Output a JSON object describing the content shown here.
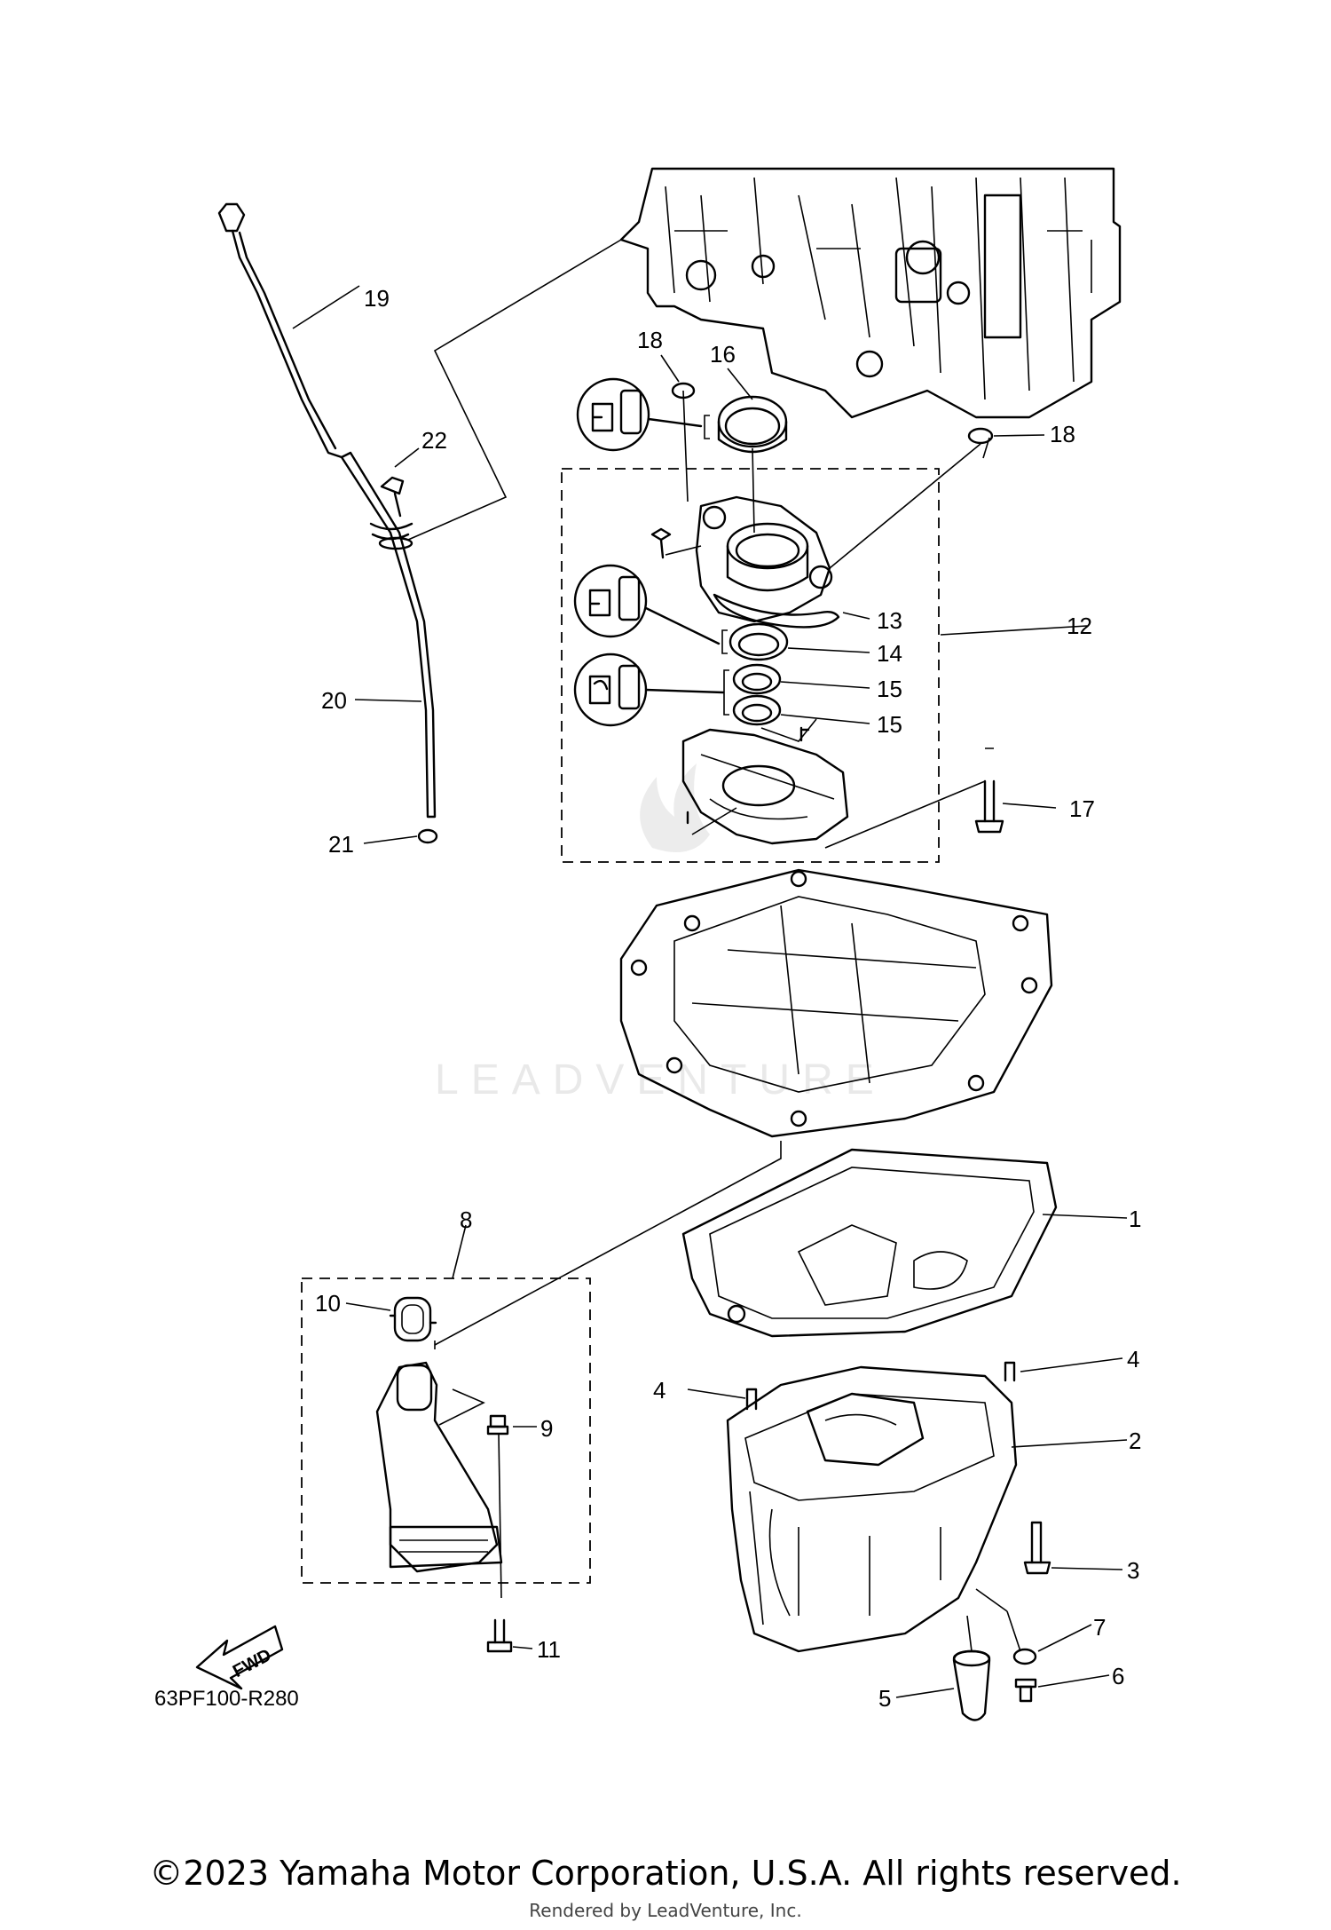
{
  "diagram": {
    "code": "63PF100-R280",
    "fwd_label": "FWD",
    "watermark": "LEADVENTURE",
    "callouts": [
      {
        "id": "c19",
        "label": "19"
      },
      {
        "id": "c22",
        "label": "22"
      },
      {
        "id": "c18a",
        "label": "18"
      },
      {
        "id": "c16",
        "label": "16"
      },
      {
        "id": "c18b",
        "label": "18"
      },
      {
        "id": "c13",
        "label": "13"
      },
      {
        "id": "c12",
        "label": "12"
      },
      {
        "id": "c14",
        "label": "14"
      },
      {
        "id": "c15a",
        "label": "15"
      },
      {
        "id": "c15b",
        "label": "15"
      },
      {
        "id": "c20",
        "label": "20"
      },
      {
        "id": "c17",
        "label": "17"
      },
      {
        "id": "c21",
        "label": "21"
      },
      {
        "id": "c8",
        "label": "8"
      },
      {
        "id": "c1",
        "label": "1"
      },
      {
        "id": "c10",
        "label": "10"
      },
      {
        "id": "c4a",
        "label": "4"
      },
      {
        "id": "c4b",
        "label": "4"
      },
      {
        "id": "c9",
        "label": "9"
      },
      {
        "id": "c2",
        "label": "2"
      },
      {
        "id": "c3",
        "label": "3"
      },
      {
        "id": "c7",
        "label": "7"
      },
      {
        "id": "c11",
        "label": "11"
      },
      {
        "id": "c6",
        "label": "6"
      },
      {
        "id": "c5",
        "label": "5"
      }
    ]
  },
  "footer": {
    "copyright": "©2023 Yamaha Motor Corporation, U.S.A. All rights reserved.",
    "rendered_by": "Rendered by LeadVenture, Inc."
  }
}
